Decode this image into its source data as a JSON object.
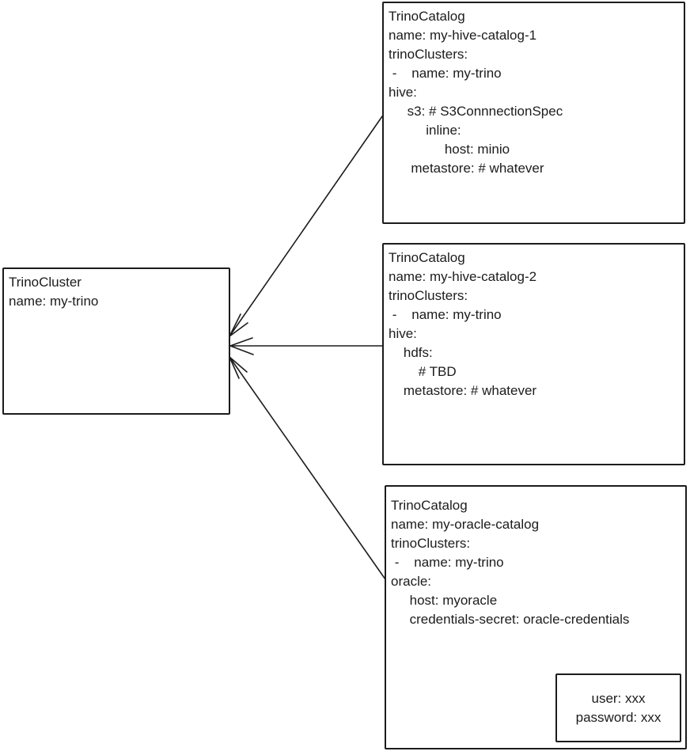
{
  "colors": {
    "ink": "#1c1c1c",
    "background": "#ffffff"
  },
  "cluster": {
    "lines": [
      "TrinoCluster",
      "name: my-trino"
    ]
  },
  "catalogs": [
    {
      "lines": [
        "TrinoCatalog",
        "name: my-hive-catalog-1",
        "trinoClusters:",
        " -    name: my-trino",
        "hive:",
        "     s3: # S3ConnnectionSpec",
        "          inline:",
        "               host: minio",
        "      metastore: # whatever"
      ]
    },
    {
      "lines": [
        "TrinoCatalog",
        "name: my-hive-catalog-2",
        "trinoClusters:",
        " -    name: my-trino",
        "hive:",
        "    hdfs:",
        "        # TBD",
        "    metastore: # whatever"
      ]
    },
    {
      "lines": [
        "TrinoCatalog",
        "name: my-oracle-catalog",
        "trinoClusters:",
        " -    name: my-trino",
        "oracle:",
        "     host: myoracle",
        "     credentials-secret: oracle-credentials"
      ]
    }
  ],
  "secret": {
    "lines": [
      "user: xxx",
      "password: xxx"
    ]
  }
}
